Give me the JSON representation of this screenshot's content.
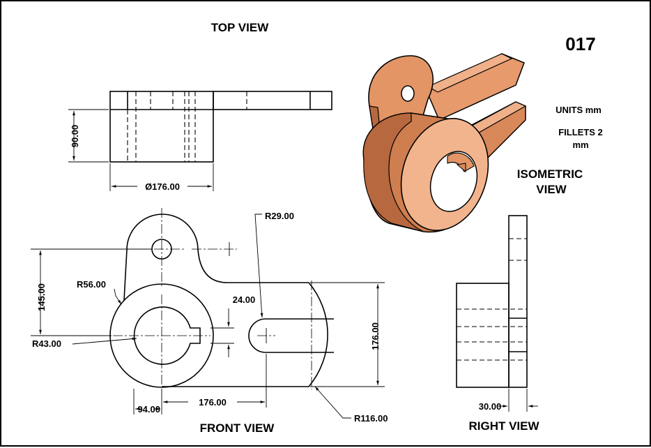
{
  "sheet": {
    "number": "017",
    "units_note": "UNITS mm",
    "fillets_note_line1": "FILLETS 2",
    "fillets_note_line2": "mm"
  },
  "views": {
    "top": "TOP VIEW",
    "front": "FRONT VIEW",
    "right": "RIGHT VIEW",
    "isometric_line1": "ISOMETRIC",
    "isometric_line2": "VIEW"
  },
  "dimensions": {
    "top_height": "90.00",
    "top_diameter": "Ø176.00",
    "front_r29": "R29.00",
    "front_r56": "R56.00",
    "front_145": "145.00",
    "front_24": "24.00",
    "front_r43": "R43.00",
    "front_176_vertical": "176.00",
    "front_94": "94.00",
    "front_176_horizontal": "176.00",
    "front_r116": "R116.00",
    "right_30": "30.00"
  },
  "colors": {
    "part_light": "#f0b08a",
    "part_mid": "#d9885a",
    "part_dark": "#b8683e",
    "line": "#000000"
  }
}
